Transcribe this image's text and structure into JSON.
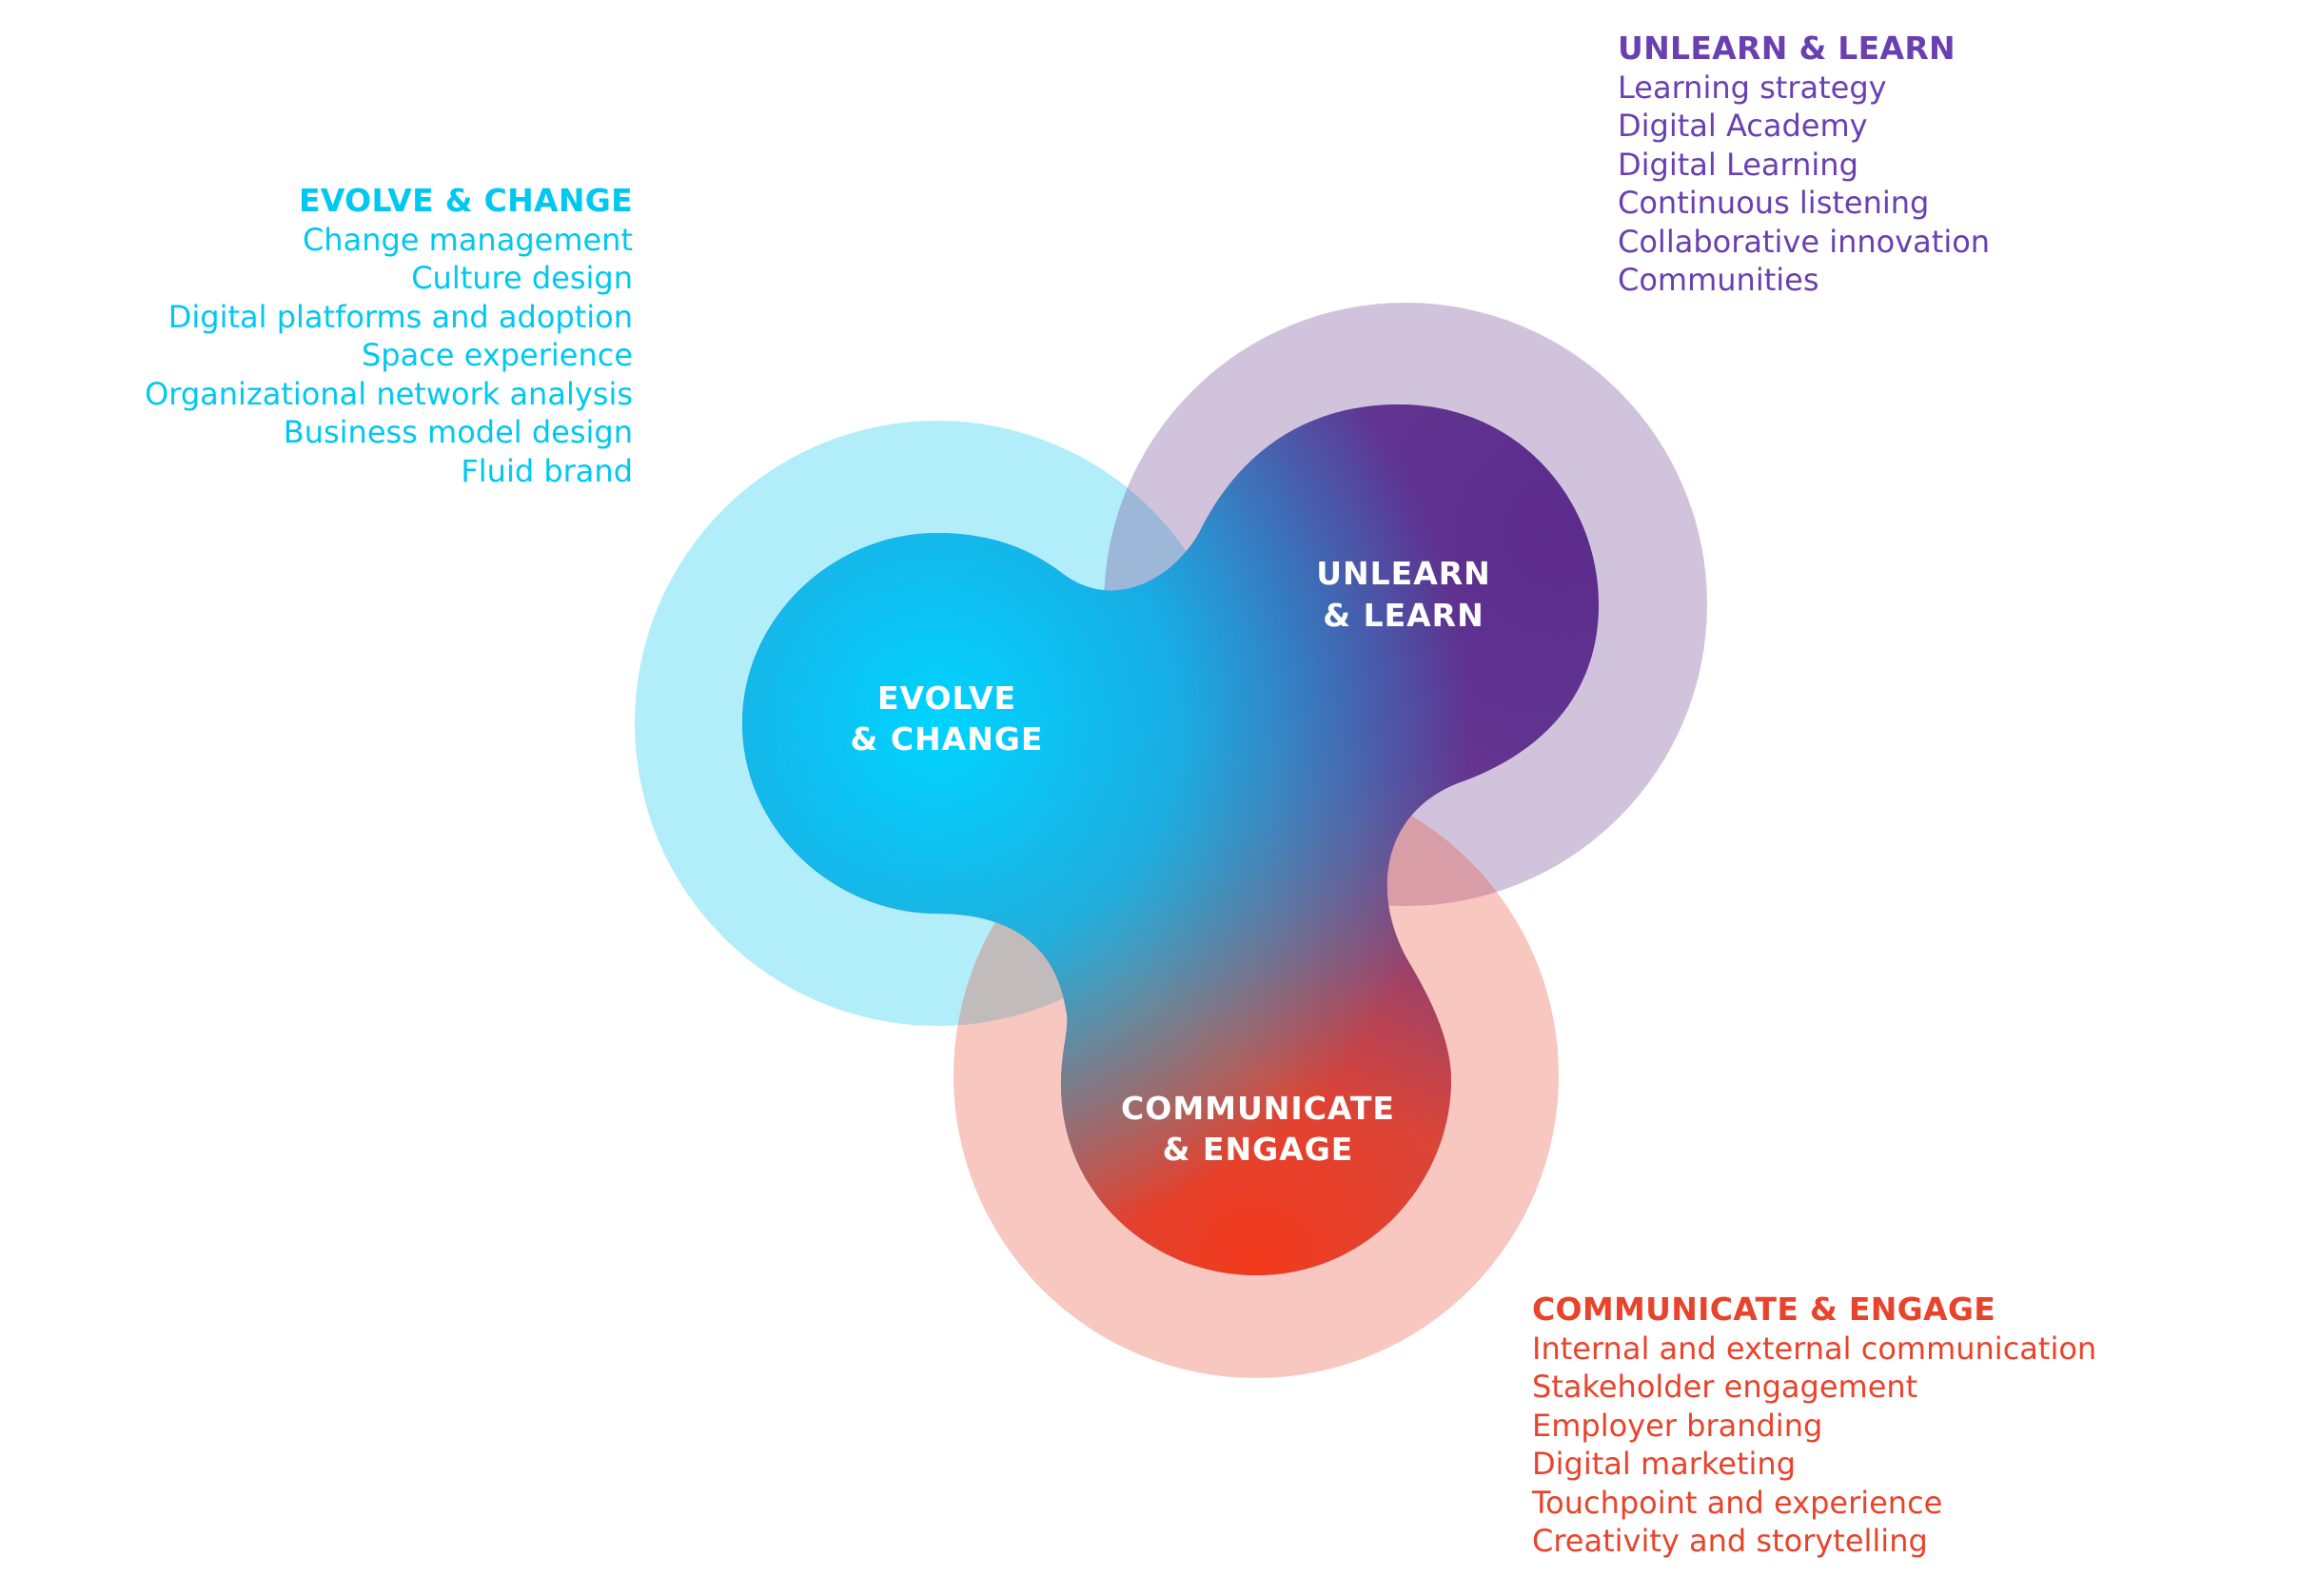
{
  "colors": {
    "evolve": "#00c8f0",
    "unlearn": "#6a3fb2",
    "communicate": "#e8442c",
    "evolve_halo": "#b3eefb",
    "unlearn_halo": "#d0c3db",
    "communicate_halo": "#f7c7bf",
    "center_cyan": "#00d2ff",
    "center_purple": "#5a2d8c",
    "center_red": "#f03c1e"
  },
  "lobes": {
    "evolve": {
      "line1": "EVOLVE",
      "line2": "& CHANGE"
    },
    "unlearn": {
      "line1": "UNLEARN",
      "line2": "& LEARN"
    },
    "communicate": {
      "line1": "COMMUNICATE",
      "line2": "& ENGAGE"
    }
  },
  "evolve_list": {
    "heading": "EVOLVE & CHANGE",
    "items": [
      "Change management",
      "Culture design",
      "Digital platforms and adoption",
      "Space experience",
      "Organizational network analysis",
      "Business model design",
      "Fluid brand"
    ]
  },
  "unlearn_list": {
    "heading": "UNLEARN & LEARN",
    "items": [
      "Learning strategy",
      "Digital Academy",
      "Digital Learning",
      "Continuous listening",
      "Collaborative innovation",
      "Communities"
    ]
  },
  "communicate_list": {
    "heading": "COMMUNICATE & ENGAGE",
    "items": [
      "Internal and external communication",
      "Stakeholder engagement",
      "Employer branding",
      "Digital marketing",
      "Touchpoint and experience",
      "Creativity and storytelling"
    ]
  }
}
